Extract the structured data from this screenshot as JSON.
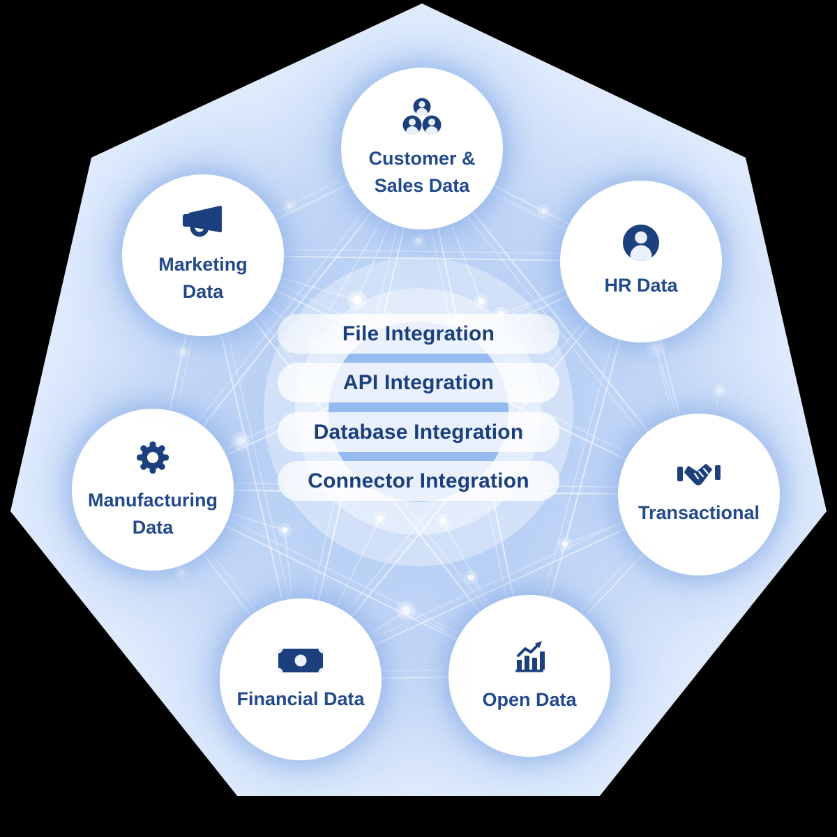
{
  "diagram": {
    "center_pills": [
      {
        "label": "File Integration"
      },
      {
        "label": "API Integration"
      },
      {
        "label": "Database Integration"
      },
      {
        "label": "Connector Integration"
      }
    ],
    "nodes": [
      {
        "id": "customer-sales-data",
        "label": "Customer &\nSales Data",
        "icon": "users-icon"
      },
      {
        "id": "hr-data",
        "label": "HR Data",
        "icon": "user-icon"
      },
      {
        "id": "transactional",
        "label": "Transactional",
        "icon": "handshake-icon"
      },
      {
        "id": "open-data",
        "label": "Open Data",
        "icon": "bar-chart-icon"
      },
      {
        "id": "financial-data",
        "label": "Financial Data",
        "icon": "money-bill-icon"
      },
      {
        "id": "manufacturing-data",
        "label": "Manufacturing\nData",
        "icon": "gear-icon"
      },
      {
        "id": "marketing-data",
        "label": "Marketing\nData",
        "icon": "megaphone-icon"
      }
    ],
    "colors": {
      "icon_navy": "#1c3f7d",
      "label_blue": "#22498a",
      "pill_text": "#1b3e7c",
      "inner_circle_blue": "#94baf0",
      "background_blue": "#b3cdf4",
      "network_lines": "#ffffff"
    }
  }
}
